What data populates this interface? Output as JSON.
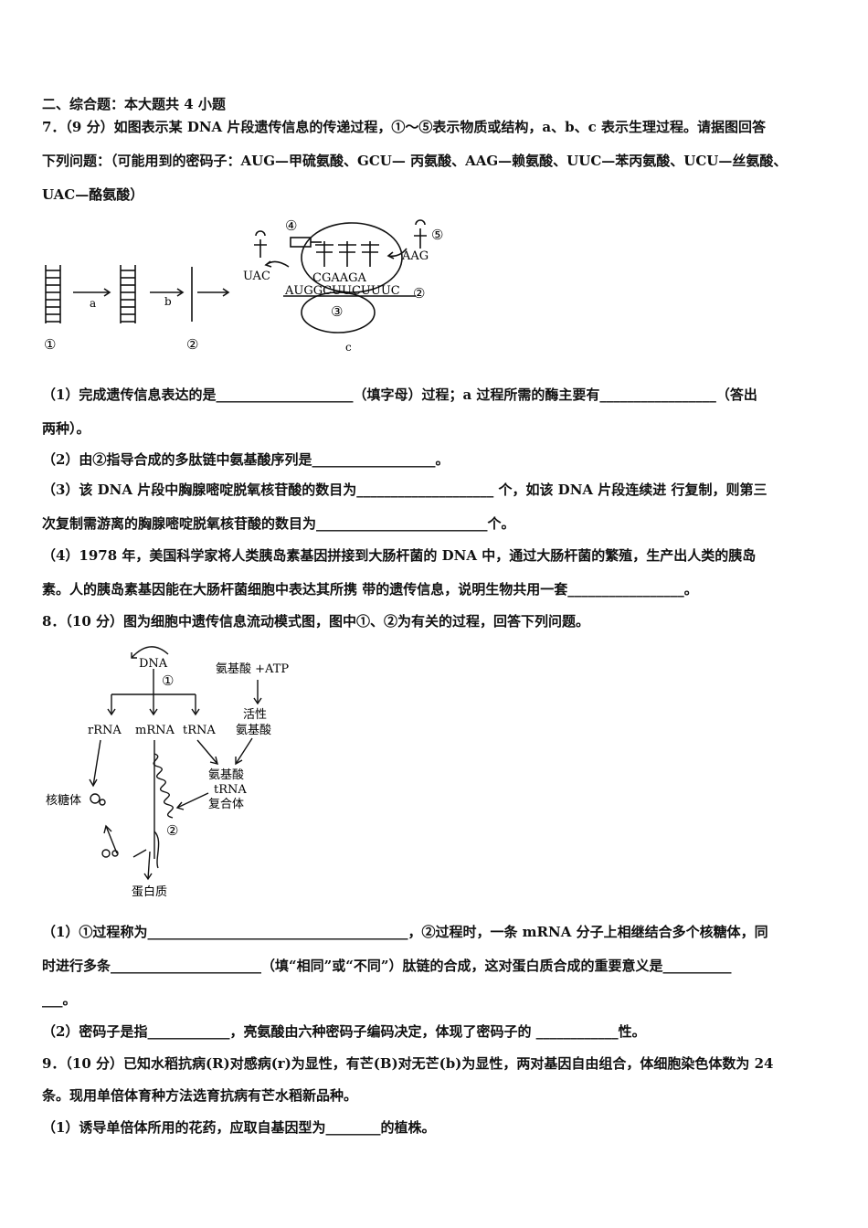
{
  "section": {
    "title": "二、综合题：本大题共 4 小题"
  },
  "q7": {
    "l1": "7．（9 分）如图表示某 DNA 片段遗传信息的传递过程，①～⑤表示物质或结构，a、b、c 表示生理过程。请据图回答",
    "l2": "下列问题：（可能用到的密码子：AUG—甲硫氨酸、GCU— 丙氨酸、AAG—赖氨酸、UUC—苯丙氨酸、UCU—丝氨酸、",
    "l3": "UAC—酪氨酸）",
    "fig": {
      "a": "a",
      "b": "b",
      "c": "c",
      "n1": "①",
      "n2": "②",
      "n2b": "②",
      "n3": "③",
      "n4": "④",
      "n5": "⑤",
      "uac": "UAC",
      "aag": "AAG",
      "codon_top": "CGAAGA",
      "mrna": "AUGGCUUCUUUC"
    },
    "p1a": "（1）完成遗传信息表达的是____________________（填字母）过程；a 过程所需的酶主要有_________________（答出",
    "p1b": "两种）。",
    "p2": "（2）由②指导合成的多肽链中氨基酸序列是__________________。",
    "p3a": "（3）该 DNA 片段中胸腺嘧啶脱氧核苷酸的数目为____________________ 个，如该 DNA 片段连续进 行复制，则第三",
    "p3b": "次复制需游离的胸腺嘧啶脱氧核苷酸的数目为_________________________个。",
    "p4a": "（4）1978 年，美国科学家将人类胰岛素基因拼接到大肠杆菌的 DNA 中，通过大肠杆菌的繁殖，生产出人类的胰岛",
    "p4b": "素。人的胰岛素基因能在大肠杆菌细胞中表达其所携 带的遗传信息，说明生物共用一套_________________。"
  },
  "q8": {
    "l1": "8．（10 分）图为细胞中遗传信息流动模式图，图中①、②为有关的过程，回答下列问题。",
    "fig": {
      "dna": "DNA",
      "n1": "①",
      "n2": "②",
      "aa_atp": "氨基酸 +ATP",
      "active1": "活性",
      "active2": "氨基酸",
      "rrna": "rRNA",
      "mrna": "mRNA",
      "trna": "tRNA",
      "cx1": "氨基酸",
      "cx2": "tRNA",
      "cx3": "复合体",
      "ribosome": "核糖体",
      "protein": "蛋白质"
    },
    "p1a": "（1）①过程称为______________________________________，②过程时，一条 mRNA 分子上相继结合多个核糖体，同",
    "p1b": "时进行多条______________________（填“相同”或“不同”）肽链的合成，这对蛋白质合成的重要意义是__________",
    "p1c": "___。",
    "p2": "（2）密码子是指____________，亮氨酸由六种密码子编码决定，体现了密码子的 ____________性。"
  },
  "q9": {
    "l1": "9．（10 分）已知水稻抗病(R)对感病(r)为显性，有芒(B)对无芒(b)为显性，两对基因自由组合，体细胞染色体数为 24",
    "l2": "条。现用单倍体育种方法选育抗病有芒水稻新品种。",
    "p1": "（1）诱导单倍体所用的花药，应取自基因型为________的植株。"
  }
}
